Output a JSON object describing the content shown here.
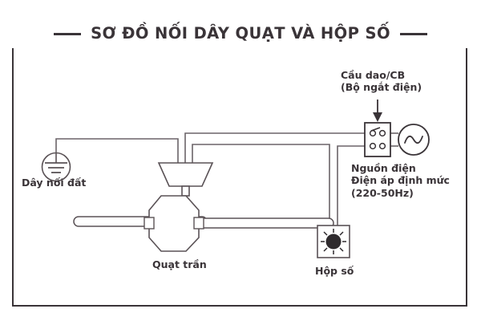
{
  "title": {
    "text": "SƠ ĐỒ NỐI DÂY QUẠT VÀ HỘP SỐ"
  },
  "labels": {
    "breaker": "Cầu dao/CB\n(Bộ ngắt điện)",
    "source": "Nguồn điện\nĐiện áp định mức\n(220-50Hz)",
    "ground": "Dây nối đất",
    "fan": "Quạt trần",
    "speed_box": "Hộp số"
  },
  "components": {
    "ground_symbol": "earth-ground-icon",
    "breaker_symbol": "circuit-breaker-icon",
    "ac_source_symbol": "ac-source-sine-icon",
    "speed_box_symbol": "rotary-knob-icon",
    "fan_symbol": "ceiling-fan-icon",
    "pointer_symbol": "down-arrow-icon"
  },
  "colors": {
    "ink": "#3a3438",
    "wire": "#6b6468",
    "outline": "#5a5256",
    "fill": "#ffffff",
    "knob": "#2f2b2e",
    "background": "#ffffff"
  }
}
